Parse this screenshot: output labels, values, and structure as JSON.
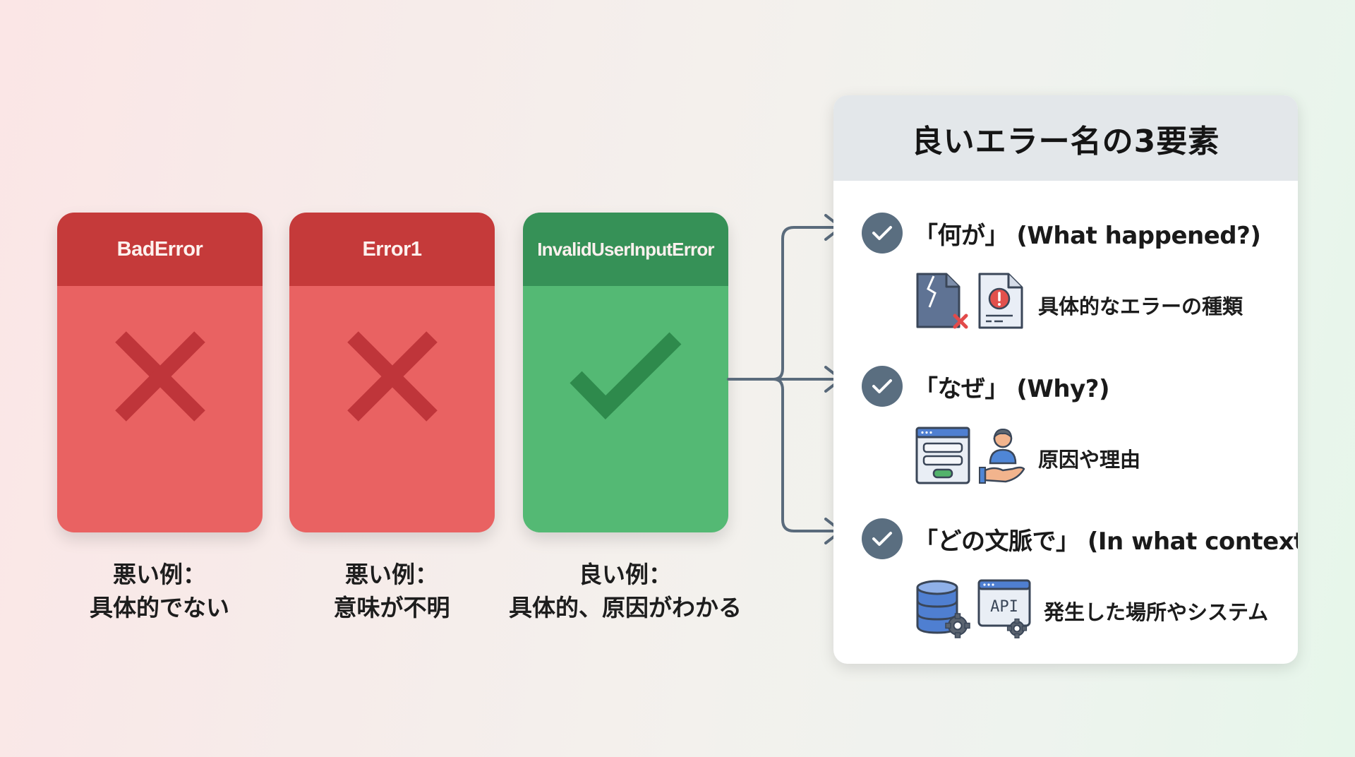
{
  "cards": [
    {
      "name": "BadError",
      "verdict": "bad",
      "caption_line1": "悪い例：",
      "caption_line2": "具体的でない"
    },
    {
      "name": "Error1",
      "verdict": "bad",
      "caption_line1": "悪い例：",
      "caption_line2": "意味が不明"
    },
    {
      "name": "InvalidUserInputError",
      "verdict": "good",
      "caption_line1": "良い例：",
      "caption_line2": "具体的、原因がわかる"
    }
  ],
  "panel": {
    "title": "良いエラー名の3要素",
    "items": [
      {
        "title": "「何が」 (What happened?)",
        "description": "具体的なエラーの種類",
        "icons": [
          "broken-file-icon",
          "error-document-icon"
        ]
      },
      {
        "title": "「なぜ」 (Why?)",
        "description": "原因や理由",
        "icons": [
          "form-window-icon",
          "user-hand-icon"
        ]
      },
      {
        "title": "「どの文脈で」 (In what context?)",
        "description": "発生した場所やシステム",
        "icons": [
          "database-gear-icon",
          "api-window-gear-icon"
        ]
      }
    ],
    "api_icon_text": "API"
  },
  "colors": {
    "bad_header": "#c53a3a",
    "bad_body": "#e96262",
    "bad_mark": "#bf353a",
    "good_header": "#369157",
    "good_body": "#54b974",
    "good_mark": "#2e8a4c",
    "connector": "#5a6b7c",
    "check_badge": "#5a6e80"
  }
}
